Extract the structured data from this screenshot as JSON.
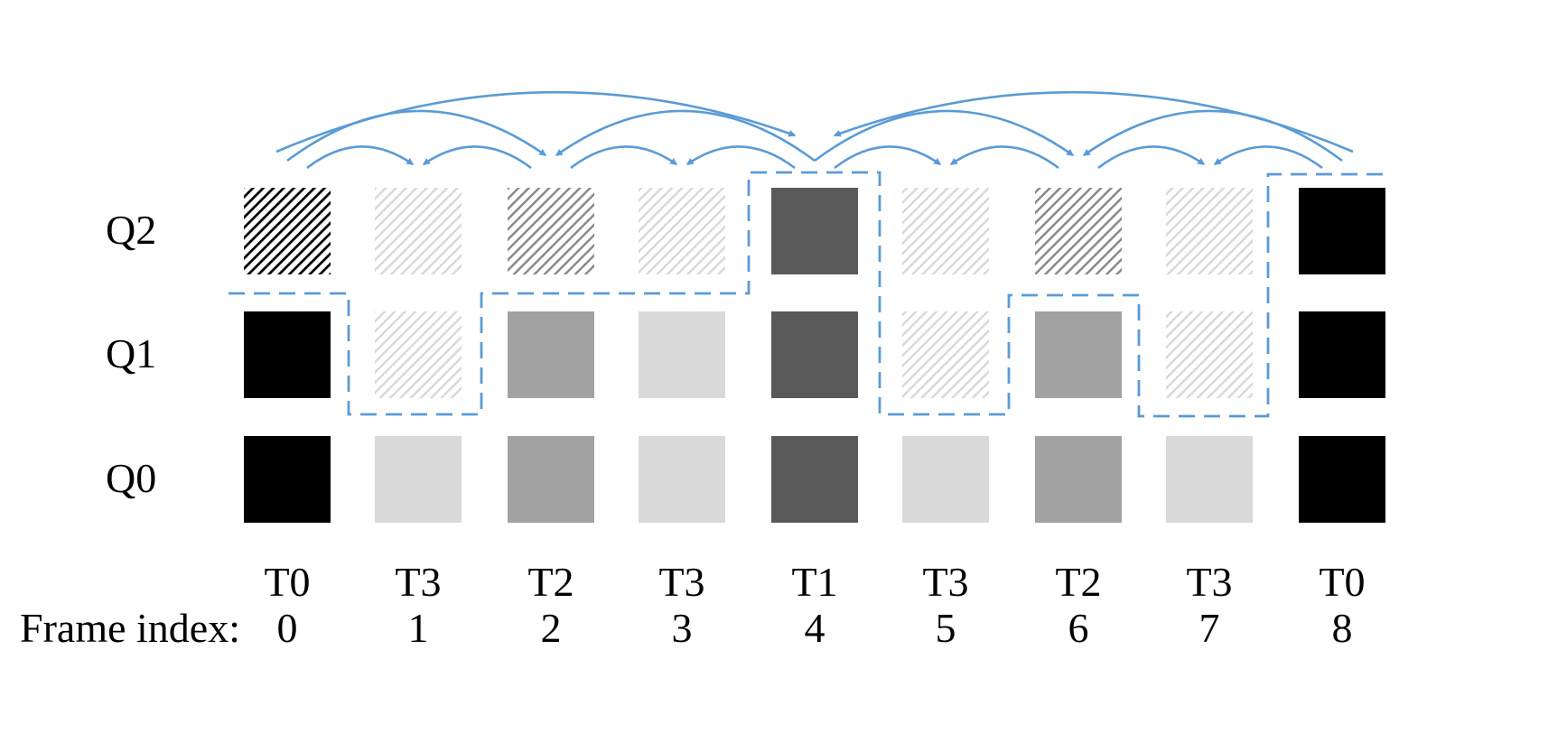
{
  "colors": {
    "arrow": "#5b9bd5",
    "boundary": "#5b9bd5",
    "T0": "#000000",
    "T1": "#595959",
    "T2": "#a2a2a2",
    "T3": "#d9d9d9"
  },
  "quality_layers": [
    "Q2",
    "Q1",
    "Q0"
  ],
  "frames": [
    {
      "index": "0",
      "temporal_layer": "T0"
    },
    {
      "index": "1",
      "temporal_layer": "T3"
    },
    {
      "index": "2",
      "temporal_layer": "T2"
    },
    {
      "index": "3",
      "temporal_layer": "T3"
    },
    {
      "index": "4",
      "temporal_layer": "T1"
    },
    {
      "index": "5",
      "temporal_layer": "T3"
    },
    {
      "index": "6",
      "temporal_layer": "T2"
    },
    {
      "index": "7",
      "temporal_layer": "T3"
    },
    {
      "index": "8",
      "temporal_layer": "T0"
    }
  ],
  "frame_index_label": "Frame index:",
  "cells": [
    {
      "layer": "Q2",
      "frame": 0,
      "fill": "T0",
      "hatched": true
    },
    {
      "layer": "Q2",
      "frame": 1,
      "fill": "T3",
      "hatched": true
    },
    {
      "layer": "Q2",
      "frame": 2,
      "fill": "T2",
      "hatched": true
    },
    {
      "layer": "Q2",
      "frame": 3,
      "fill": "T3",
      "hatched": true
    },
    {
      "layer": "Q2",
      "frame": 4,
      "fill": "T1",
      "hatched": false
    },
    {
      "layer": "Q2",
      "frame": 5,
      "fill": "T3",
      "hatched": true
    },
    {
      "layer": "Q2",
      "frame": 6,
      "fill": "T2",
      "hatched": true
    },
    {
      "layer": "Q2",
      "frame": 7,
      "fill": "T3",
      "hatched": true
    },
    {
      "layer": "Q2",
      "frame": 8,
      "fill": "T0",
      "hatched": false
    },
    {
      "layer": "Q1",
      "frame": 0,
      "fill": "T0",
      "hatched": false
    },
    {
      "layer": "Q1",
      "frame": 1,
      "fill": "T3",
      "hatched": true
    },
    {
      "layer": "Q1",
      "frame": 2,
      "fill": "T2",
      "hatched": false
    },
    {
      "layer": "Q1",
      "frame": 3,
      "fill": "T3",
      "hatched": false
    },
    {
      "layer": "Q1",
      "frame": 4,
      "fill": "T1",
      "hatched": false
    },
    {
      "layer": "Q1",
      "frame": 5,
      "fill": "T3",
      "hatched": true
    },
    {
      "layer": "Q1",
      "frame": 6,
      "fill": "T2",
      "hatched": false
    },
    {
      "layer": "Q1",
      "frame": 7,
      "fill": "T3",
      "hatched": true
    },
    {
      "layer": "Q1",
      "frame": 8,
      "fill": "T0",
      "hatched": false
    },
    {
      "layer": "Q0",
      "frame": 0,
      "fill": "T0",
      "hatched": false
    },
    {
      "layer": "Q0",
      "frame": 1,
      "fill": "T3",
      "hatched": false
    },
    {
      "layer": "Q0",
      "frame": 2,
      "fill": "T2",
      "hatched": false
    },
    {
      "layer": "Q0",
      "frame": 3,
      "fill": "T3",
      "hatched": false
    },
    {
      "layer": "Q0",
      "frame": 4,
      "fill": "T1",
      "hatched": false
    },
    {
      "layer": "Q0",
      "frame": 5,
      "fill": "T3",
      "hatched": false
    },
    {
      "layer": "Q0",
      "frame": 6,
      "fill": "T2",
      "hatched": false
    },
    {
      "layer": "Q0",
      "frame": 7,
      "fill": "T3",
      "hatched": false
    },
    {
      "layer": "Q0",
      "frame": 8,
      "fill": "T0",
      "hatched": false
    }
  ],
  "references": [
    {
      "from": 0,
      "to": 4
    },
    {
      "from": 0,
      "to": 2
    },
    {
      "from": 0,
      "to": 1
    },
    {
      "from": 2,
      "to": 1
    },
    {
      "from": 4,
      "to": 2
    },
    {
      "from": 2,
      "to": 3
    },
    {
      "from": 4,
      "to": 3
    },
    {
      "from": 8,
      "to": 4
    },
    {
      "from": 4,
      "to": 6
    },
    {
      "from": 4,
      "to": 5
    },
    {
      "from": 6,
      "to": 5
    },
    {
      "from": 8,
      "to": 6
    },
    {
      "from": 6,
      "to": 7
    },
    {
      "from": 8,
      "to": 7
    }
  ]
}
